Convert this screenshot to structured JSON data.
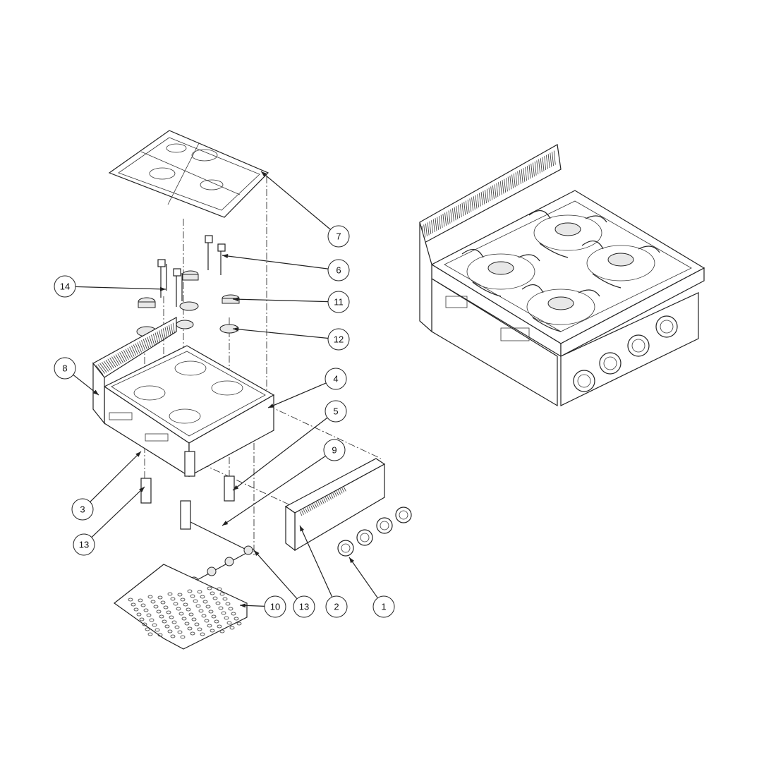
{
  "diagram": {
    "title": "Gas cooker 4 burners exploded view",
    "callouts": [
      {
        "label": "7",
        "target": "pan-support-grates"
      },
      {
        "label": "6",
        "target": "thermocouple"
      },
      {
        "label": "11",
        "target": "burner-cap"
      },
      {
        "label": "12",
        "target": "burner-head"
      },
      {
        "label": "4",
        "target": "top-frame"
      },
      {
        "label": "5",
        "target": "burner-body"
      },
      {
        "label": "9",
        "target": "gas-pipe"
      },
      {
        "label": "14",
        "target": "spark-plug"
      },
      {
        "label": "8",
        "target": "body"
      },
      {
        "label": "3",
        "target": "side-panel"
      },
      {
        "label": "13",
        "target": "injector"
      },
      {
        "label": "10",
        "target": "bottom-plate"
      },
      {
        "label": "13",
        "target": "gas-valve"
      },
      {
        "label": "2",
        "target": "control-panel"
      },
      {
        "label": "1",
        "target": "knob"
      }
    ]
  }
}
